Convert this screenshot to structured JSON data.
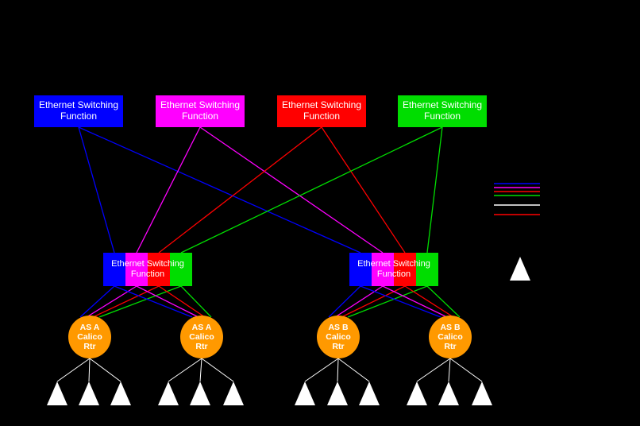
{
  "colors": {
    "background": "#000000",
    "blue": "#0000ff",
    "magenta": "#ff00ff",
    "red": "#ff0000",
    "green": "#00dd00",
    "orange": "#ff9900",
    "white": "#ffffff",
    "label_text": "#ffffff"
  },
  "top_switches": [
    {
      "label": "Ethernet Switching Function",
      "color": "#0000ff",
      "color_name": "blue"
    },
    {
      "label": "Ethernet Switching Function",
      "color": "#ff00ff",
      "color_name": "magenta"
    },
    {
      "label": "Ethernet Switching Function",
      "color": "#ff0000",
      "color_name": "red"
    },
    {
      "label": "Ethernet Switching Function",
      "color": "#00dd00",
      "color_name": "green"
    }
  ],
  "mid_switches": [
    {
      "label": "Ethernet Switching Function",
      "segment_colors": [
        "#0000ff",
        "#ff00ff",
        "#ff0000",
        "#00dd00"
      ]
    },
    {
      "label": "Ethernet Switching Function",
      "segment_colors": [
        "#0000ff",
        "#ff00ff",
        "#ff0000",
        "#00dd00"
      ]
    }
  ],
  "routers": [
    {
      "label": "AS A\nCalico\nRtr"
    },
    {
      "label": "AS A\nCalico\nRtr"
    },
    {
      "label": "AS B\nCalico\nRtr"
    },
    {
      "label": "AS B\nCalico\nRtr"
    }
  ],
  "hosts": {
    "triangle_color": "#ffffff",
    "count_per_router": 3
  },
  "legend": {
    "line_colors": [
      "#0000ff",
      "#ff00ff",
      "#ff0000",
      "#00dd00",
      "#ffffff",
      "#ff0000"
    ],
    "triangle_color": "#ffffff"
  }
}
